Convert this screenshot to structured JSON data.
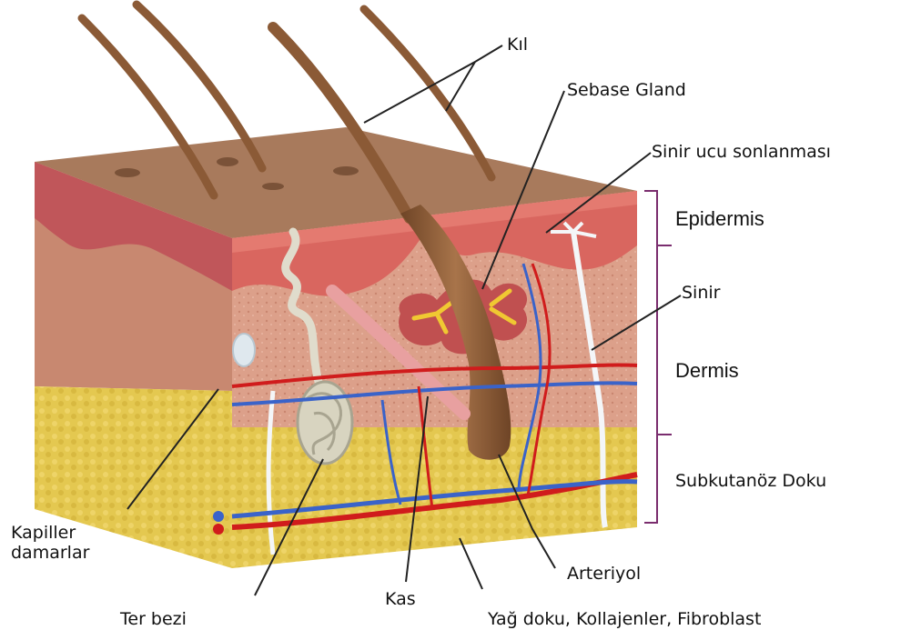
{
  "labels": {
    "kil": "Kıl",
    "sebase_gland": "Sebase Gland",
    "sinir_ucu": "Sinir ucu sonlanması",
    "epidermis": "Epidermis",
    "sinir": "Sinir",
    "dermis": "Dermis",
    "subkutanoz": "Subkutanöz Doku",
    "kapiller": "Kapiller\ndamarlar",
    "ter_bezi": "Ter bezi",
    "kas": "Kas",
    "arteriyol": "Arteriyol",
    "yag_doku": "Yağ doku, Kollajenler, Fibroblast"
  },
  "colors": {
    "surface": "#a87a5c",
    "epidermis": "#d9665f",
    "dermis": "#d99a85",
    "subcutaneous": "#e2c74e",
    "hair": "#8b5a36",
    "artery": "#d01c1c",
    "vein": "#3a63c9",
    "nerve": "#e8eef2",
    "bracket": "#7a2d6e",
    "sebaceous": "#f0c832"
  }
}
